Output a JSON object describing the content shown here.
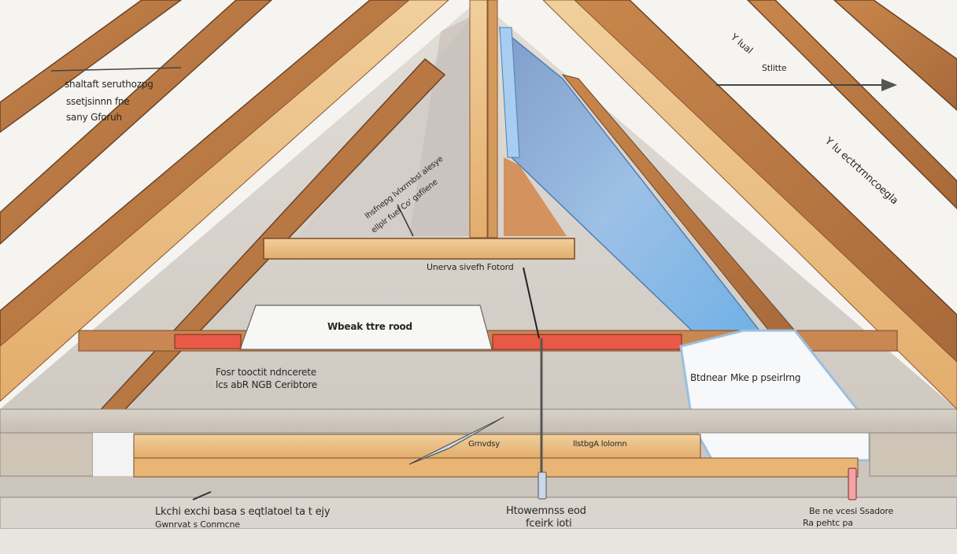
{
  "diagram": {
    "type": "attic roof cross-section illustration",
    "colors": {
      "background": "#f6f4f1",
      "wall_gray": "#cfcac4",
      "wall_gray_dark": "#b9b3ab",
      "wood_dark": "#b7743f",
      "wood_mid": "#d49a5c",
      "wood_light": "#ecc58e",
      "insulation_blue": "#8fb8e0",
      "insulation_blue_light": "#b9d6f0",
      "vapor_red": "#e85a47",
      "white_panel": "#f7f7f6",
      "outline": "#5a3a22"
    },
    "labels": {
      "top_left": [
        "shaltaft seruthozpg",
        "ssetjsinnn fne",
        "sany  Gforuh"
      ],
      "top_right_a": "Y lual",
      "top_right_b": "Stlitte",
      "right_rafter": "Y lu ectrtrnncoegla",
      "center_diagonal": [
        "Ihsfnepg lvlxrmbsl alesye",
        "ellplr fuel  Co' gsfilene"
      ],
      "under_collar": "Unerva sivefh Fotord",
      "white_panel": "Wbeak ttre rood",
      "mid_left": [
        "Fosr tooctit ndncerete",
        "lcs abR NGB Ceribtore"
      ],
      "mid_right": [
        "Btdnear",
        "Mke p pseirlrng"
      ],
      "joist_left": "Grnvdsy",
      "joist_right": "llstbgA lolomn",
      "bottom_left": [
        "Lkchi exchi basa s eqtlatoel ta t ejy",
        "Gwnrvat  s Conmcne"
      ],
      "bottom_center": [
        "Htowemnss eod",
        "fceirk ioti"
      ],
      "bottom_right": [
        "Be ne vcesi Ssadore",
        "Ra pehtc  pa"
      ]
    }
  }
}
